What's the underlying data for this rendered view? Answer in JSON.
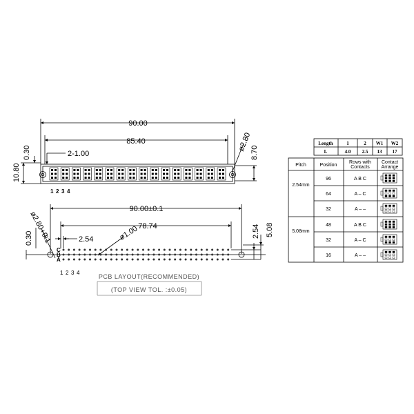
{
  "top_view": {
    "dim_overall": "90.00",
    "dim_inner": "85.40",
    "dim_offset": "2-1.00",
    "dim_030": "0.30",
    "dim_hole": "ø2.80",
    "dim_height": "10.80",
    "dim_870": "8.70",
    "pin_labels": [
      "1",
      "2",
      "3",
      "4"
    ]
  },
  "pcb_view": {
    "dim_overall": "90.00±0.1",
    "dim_pitch_span": "78.74",
    "dim_pitch": "2.54",
    "dim_pin_dia": "ø1.00",
    "dim_hole": "ø2.80+0.1",
    "dim_hole_tol": "-0",
    "dim_030": "0.30",
    "dim_254": "2.54",
    "dim_508": "5.08",
    "row_labels": [
      "C",
      "B",
      "A"
    ],
    "pin_labels": [
      "1",
      "2",
      "3",
      "4"
    ],
    "caption_line1": "PCB LAYOUT(RECOMMENDED)",
    "caption_line2": "(TOP VIEW TOL. :±0.05)"
  },
  "length_table": {
    "headers": [
      "Length",
      "1",
      "2",
      "W1",
      "W2"
    ],
    "row": [
      "L",
      "4.0",
      "2.5",
      "13",
      "17"
    ]
  },
  "spec_table": {
    "headers": {
      "pitch": "Pitch",
      "position": "Position",
      "rows_line1": "Rows with",
      "rows_line2": "Contacts",
      "arr_line1": "Contact",
      "arr_line2": "Arrange"
    },
    "groups": [
      {
        "pitch": "2.54mm",
        "rows": [
          {
            "position": "96",
            "contacts": "A B C",
            "pattern": [
              1,
              1,
              1
            ]
          },
          {
            "position": "64",
            "contacts": "A – C",
            "pattern": [
              1,
              0,
              1
            ]
          },
          {
            "position": "32",
            "contacts": "A – –",
            "pattern": [
              1,
              0,
              0
            ]
          }
        ]
      },
      {
        "pitch": "5.08mm",
        "rows": [
          {
            "position": "48",
            "contacts": "A B C",
            "pattern": [
              1,
              1,
              1
            ]
          },
          {
            "position": "32",
            "contacts": "A – C",
            "pattern": [
              1,
              0,
              1
            ]
          },
          {
            "position": "16",
            "contacts": "A – –",
            "pattern": [
              1,
              0,
              0
            ]
          }
        ]
      }
    ]
  }
}
